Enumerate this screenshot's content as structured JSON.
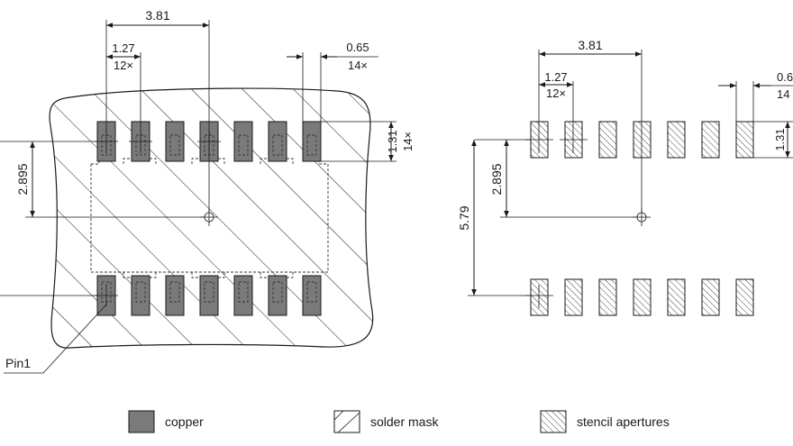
{
  "labels": {
    "left": {
      "pitch_total": "3.81",
      "pitch": "1.27",
      "pitch_count": "12×",
      "pad_width": "0.65",
      "pad_width_count": "14×",
      "pad_height": "1.31",
      "pad_height_count": "14×",
      "half_span": "2.895",
      "pin1": "Pin1"
    },
    "right": {
      "pitch_total": "3.81",
      "pitch": "1.27",
      "pitch_count": "12×",
      "pad_width": "0.6",
      "pad_width_count": "14",
      "pad_height": "1.31",
      "half_span": "2.895",
      "full_span": "5.79"
    }
  },
  "legend": [
    {
      "key": "copper",
      "label": "copper"
    },
    {
      "key": "solder-mask",
      "label": "solder mask"
    },
    {
      "key": "stencil",
      "label": "stencil apertures"
    }
  ]
}
